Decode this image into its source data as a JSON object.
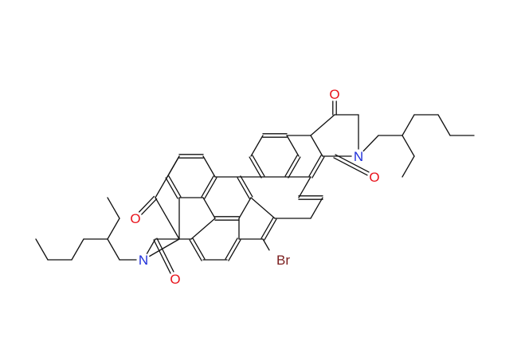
{
  "molecule": {
    "atom_labels": {
      "o1": "O",
      "o2": "O",
      "o3": "O",
      "o4": "O",
      "n1": "N",
      "n2": "N",
      "br": "Br"
    },
    "colors": {
      "bond": "#111111",
      "oxygen": "#e8141c",
      "nitrogen": "#1f2fd9",
      "bromine": "#7a1d1d"
    }
  }
}
